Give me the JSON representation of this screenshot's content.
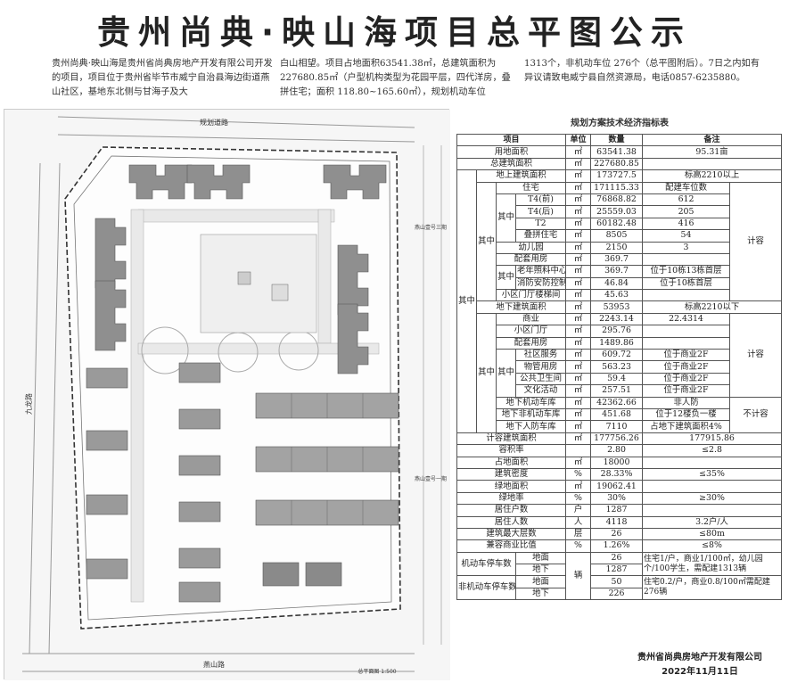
{
  "title": "贵州尚典·映山海项目总平图公示",
  "intro": {
    "col1": "贵州尚典·映山海是贵州省尚典房地产开发有限公司开发的项目，项目位于贵州省毕节市威宁自治县海边街道燕山社区，基地东北侧与甘海子及大",
    "col2": "白山相望。项目占地面积63541.38㎡，总建筑面积为227680.85㎡（户型机构类型为花园平层，四代洋房，叠拼住宅；面积 118.80~165.60㎡），规划机动车位",
    "col3": "1313个，非机动车位 276个（总平图附后）。7日之内如有异议请致电威宁县自然资源局，电话0857-6235880。"
  },
  "plan": {
    "road_north": "规划道路",
    "road_south": "燕山路",
    "road_west": "九龙路",
    "road_east_1": "燕山壹号三期",
    "road_east_2": "燕山壹号一期",
    "caption": "总平面图 1:500"
  },
  "table": {
    "caption": "规划方案技术经济指标表",
    "headers": [
      "项目",
      "单位",
      "数量",
      "备注"
    ],
    "labels": {
      "qizhong": "其中",
      "jirong": "计容",
      "bujirong": "不计容",
      "unit_car": "辆"
    },
    "rows": {
      "r1": [
        "用地面积",
        "㎡",
        "63541.38",
        "95.31亩"
      ],
      "r2": [
        "总建筑面积",
        "㎡",
        "227680.85",
        ""
      ],
      "r3": [
        "地上建筑面积",
        "㎡",
        "173727.5",
        "标高2210以上"
      ],
      "r4": [
        "住宅",
        "㎡",
        "171115.33",
        "配建车位数"
      ],
      "r5": [
        "T4(前)",
        "㎡",
        "76868.82",
        "612"
      ],
      "r6": [
        "T4(后)",
        "㎡",
        "25559.03",
        "205"
      ],
      "r7": [
        "T2",
        "㎡",
        "60182.48",
        "416"
      ],
      "r8": [
        "叠拼住宅",
        "㎡",
        "8505",
        "54"
      ],
      "r9": [
        "幼儿园",
        "㎡",
        "2150",
        "3"
      ],
      "r10": [
        "配套用房",
        "㎡",
        "369.7",
        ""
      ],
      "r11": [
        "老年照料中心",
        "㎡",
        "369.7",
        "位于10栋13栋首层"
      ],
      "r12": [
        "消防安防控制室",
        "㎡",
        "46.84",
        "位于10栋首层"
      ],
      "r13": [
        "小区门厅楼梯间",
        "㎡",
        "45.63",
        ""
      ],
      "r14": [
        "地下建筑面积",
        "㎡",
        "53953",
        "标高2210以下"
      ],
      "r15": [
        "商业",
        "㎡",
        "2243.14",
        "22.4314"
      ],
      "r16": [
        "小区门厅",
        "㎡",
        "295.76",
        ""
      ],
      "r17": [
        "配套用房",
        "㎡",
        "1489.86",
        ""
      ],
      "r18": [
        "社区服务",
        "㎡",
        "609.72",
        "位于商业2F"
      ],
      "r19": [
        "物管用房",
        "㎡",
        "563.23",
        "位于商业2F"
      ],
      "r20": [
        "公共卫生间",
        "㎡",
        "59.4",
        "位于商业2F"
      ],
      "r21": [
        "文化活动",
        "㎡",
        "257.51",
        "位于商业2F"
      ],
      "r22": [
        "地下机动车库",
        "㎡",
        "42362.66",
        "非人防"
      ],
      "r23": [
        "地下非机动车库",
        "㎡",
        "451.68",
        "位于12楼负一楼"
      ],
      "r24": [
        "地下人防车库",
        "㎡",
        "7110",
        "占地下建筑面积4%"
      ],
      "r25": [
        "计容建筑面积",
        "㎡",
        "177756.26",
        "177915.86"
      ],
      "r26": [
        "容积率",
        "",
        "2.80",
        "≤2.8"
      ],
      "r27": [
        "占地面积",
        "㎡",
        "18000",
        ""
      ],
      "r28": [
        "建筑密度",
        "%",
        "28.33%",
        "≤35%"
      ],
      "r29": [
        "绿地面积",
        "㎡",
        "19062.41",
        ""
      ],
      "r30": [
        "绿地率",
        "%",
        "30%",
        "≥30%"
      ],
      "r31": [
        "居住户数",
        "户",
        "1287",
        ""
      ],
      "r32": [
        "居住人数",
        "人",
        "4118",
        "3.2户/人"
      ],
      "r33": [
        "建筑最大层数",
        "层",
        "26",
        "≤80m"
      ],
      "r34": [
        "兼容商业比值",
        "%",
        "1.26%",
        "≤8%"
      ]
    },
    "parking": {
      "motor_label": "机动车停车数",
      "nonmotor_label": "非机动车停车数",
      "above": "地面",
      "below": "地下",
      "motor_above": "26",
      "motor_below": "1287",
      "nonmotor_above": "50",
      "nonmotor_below": "226",
      "motor_note": "住宅1/户，商业1/100㎡，幼儿园个/100学生，需配建1313辆",
      "nonmotor_note": "住宅0.2/户，商业0.8/100㎡需配建276辆"
    }
  },
  "footer": {
    "company": "贵州省尚典房地产开发有限公司",
    "date": "2022年11月11日"
  }
}
